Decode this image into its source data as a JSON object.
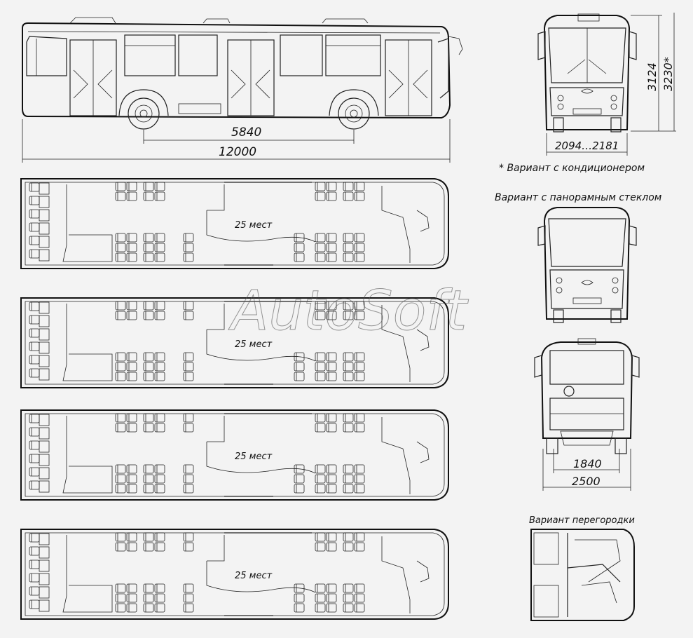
{
  "dimensions": {
    "wheelbase": "5840",
    "length": "12000",
    "height_base": "3124",
    "height_ac": "3230*",
    "front_width": "2094…2181",
    "track": "1840",
    "overall_width": "2500"
  },
  "notes": {
    "ac_variant": "* Вариант с кондиционером",
    "panoramic_variant": "Вариант с панорамным стеклом",
    "partition_variant": "Вариант перегородки"
  },
  "layouts": [
    {
      "seats_label": "25 мест"
    },
    {
      "seats_label": "25 мест"
    },
    {
      "seats_label": "25 мест"
    },
    {
      "seats_label": "25 мест"
    }
  ],
  "watermark": "AutoSoft"
}
